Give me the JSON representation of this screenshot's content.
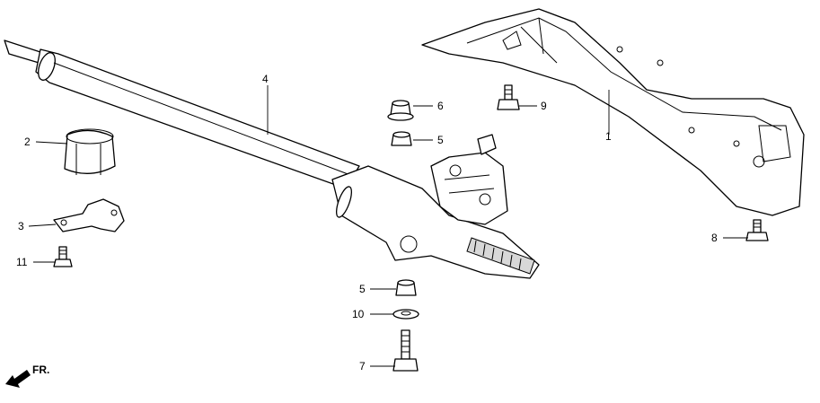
{
  "callouts": [
    "1",
    "2",
    "3",
    "4",
    "5",
    "5",
    "6",
    "7",
    "8",
    "9",
    "10",
    "11"
  ],
  "direction_label": "FR.",
  "icons": [
    "front-direction-arrow-icon"
  ]
}
